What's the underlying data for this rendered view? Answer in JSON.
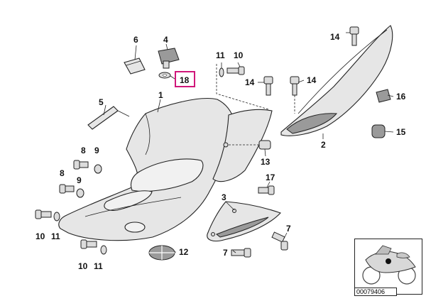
{
  "callouts": {
    "c1": "1",
    "c2": "2",
    "c3": "3",
    "c4": "4",
    "c5": "5",
    "c6": "6",
    "c7a": "7",
    "c7b": "7",
    "c8a": "8",
    "c8b": "8",
    "c9a": "9",
    "c9b": "9",
    "c10a": "10",
    "c10b": "10",
    "c10c": "10",
    "c11a": "11",
    "c11b": "11",
    "c11c": "11",
    "c12": "12",
    "c13": "13",
    "c14a": "14",
    "c14b": "14",
    "c14c": "14",
    "c15": "15",
    "c16": "16",
    "c17": "17",
    "c18": "18"
  },
  "highlight": {
    "callout": "18",
    "color": "#d0177a"
  },
  "inset": {
    "code": "00079406",
    "marker_color": "#111111"
  }
}
